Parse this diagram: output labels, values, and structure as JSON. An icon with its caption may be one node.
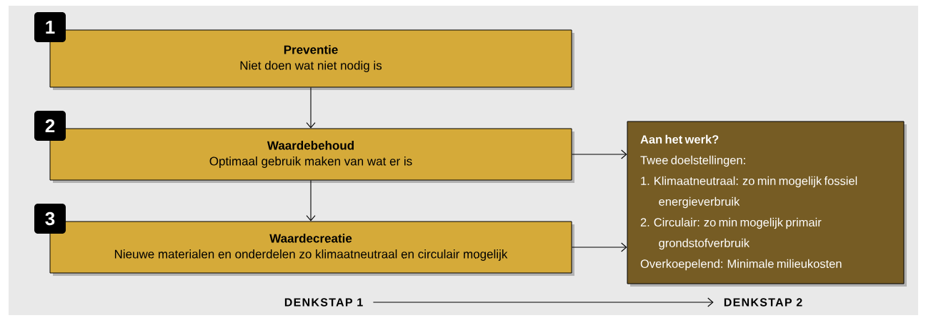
{
  "diagram": {
    "nodes": [
      {
        "text": [
          "Preventie",
          "Niet doen wat niet nodig is"
        ],
        "beside": [
          "1"
        ]
      },
      {
        "text": [
          "Waardebehoud",
          "Optimaal gebruik maken van wat er is"
        ],
        "beside": [
          "2"
        ]
      },
      {
        "text": [
          "Waardecreatie",
          "Nieuwe materialen en onderdelen zo klimaatneutraal en circulair mogelijk"
        ],
        "beside": [
          "3"
        ]
      },
      {
        "text": [
          "Aan het werk?",
          "Twee doelstellingen:",
          "1. Klimaatneutraal: zo min mogelijk fossiel energieverbruik",
          "2. Circulair: zo min mogelijk primair grondstofverbruik",
          "Overkoepelend: Minimale milieukosten"
        ]
      },
      {
        "text": [
          "DENKSTAP 1"
        ]
      },
      {
        "text": [
          "DENKSTAP 2"
        ]
      }
    ],
    "edges": [
      {
        "from": 0,
        "to": 1,
        "arrow": "to"
      },
      {
        "from": 1,
        "to": 2,
        "arrow": "to"
      },
      {
        "from": 1,
        "to": 3,
        "arrow": "to"
      },
      {
        "from": 2,
        "to": 3,
        "arrow": "to"
      },
      {
        "from": 4,
        "to": 5,
        "arrow": "to"
      }
    ]
  }
}
